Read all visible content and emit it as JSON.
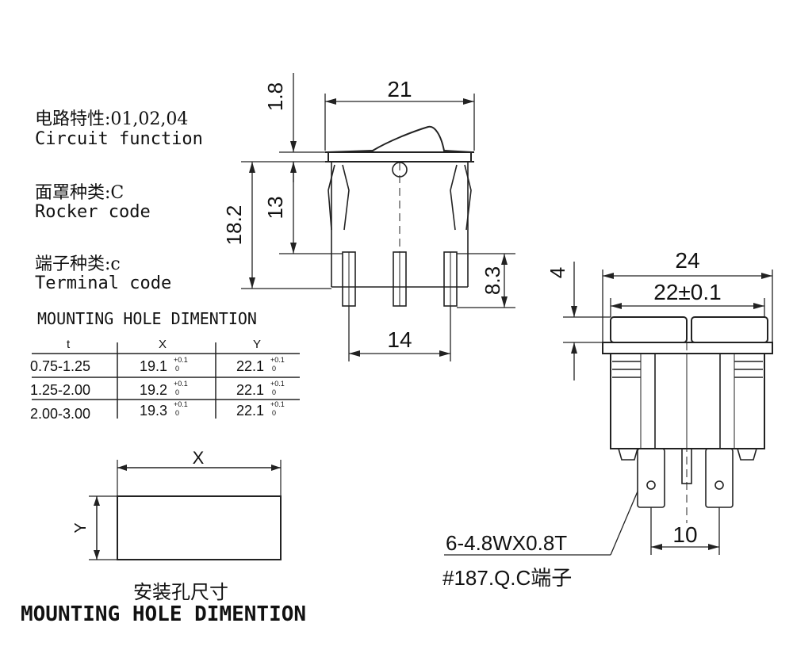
{
  "specs": {
    "circuit_cn": "电路特性:01,02,04",
    "circuit_en": "Circuit function",
    "rocker_cn": "面罩种类:C",
    "rocker_en": "Rocker code",
    "terminal_cn": "端子种类:c",
    "terminal_en": "Terminal code"
  },
  "hole_table": {
    "title": "MOUNTING HOLE DIMENTION",
    "headers": [
      "t",
      "X",
      "Y"
    ],
    "rows": [
      [
        "0.75-1.25",
        "19.1",
        "22.1"
      ],
      [
        "1.25-2.00",
        "19.2",
        "22.1"
      ],
      [
        "2.00-3.00",
        "19.3",
        "22.1"
      ]
    ],
    "tol_upper": "+0.1",
    "tol_lower": "0"
  },
  "hole_diagram": {
    "x_label": "X",
    "y_label": "Y",
    "caption_cn": "安装孔尺寸",
    "caption_en": "MOUNTING HOLE DIMENTION"
  },
  "side_view": {
    "width": "21",
    "rocker_height": "1.8",
    "body_height": "13",
    "total_height": "18.2",
    "terminal_length": "8.3",
    "terminal_spacing": "14"
  },
  "front_view": {
    "outer_width": "24",
    "inner_width": "22±0.1",
    "flange": "4",
    "terminal_spacing": "10",
    "terminal_spec": "6-4.8WX0.8T",
    "terminal_type": "#187.Q.C端子"
  }
}
